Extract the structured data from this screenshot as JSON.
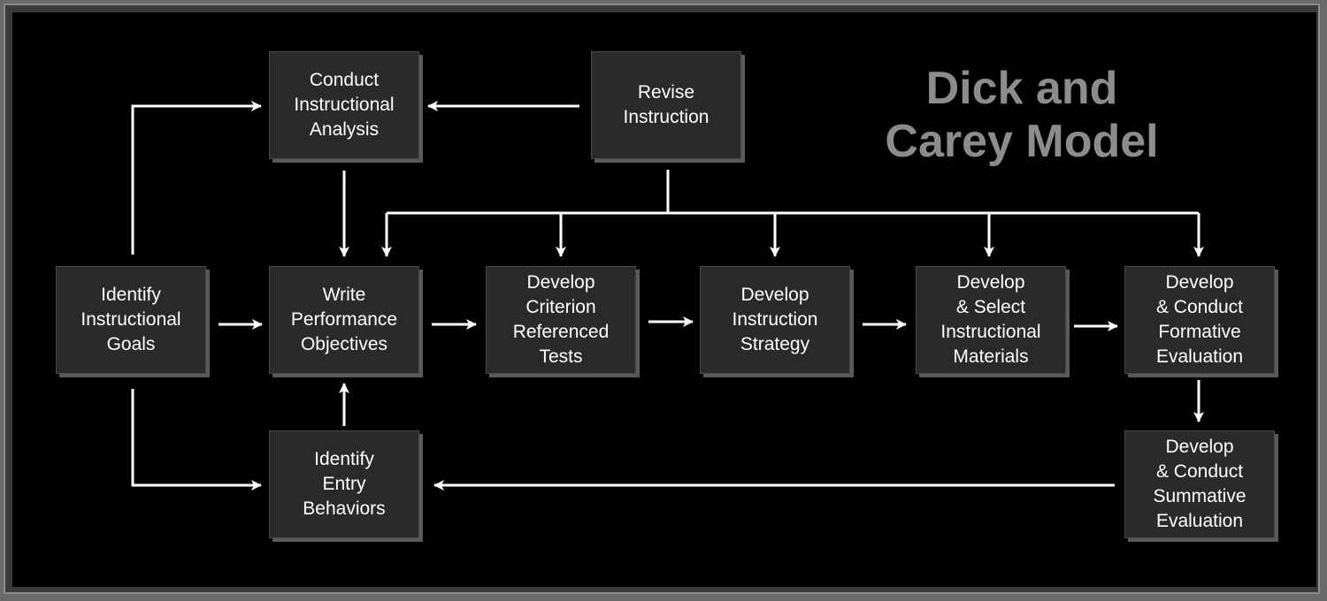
{
  "title": "Dick and\nCarey Model",
  "colors": {
    "background": "#000000",
    "box": "#2a2a2a",
    "text": "#ffffff",
    "title": "#8c8c8c",
    "arrow": "#ffffff"
  },
  "boxes": {
    "conduct_analysis": "Conduct\nInstructional\nAnalysis",
    "revise_instruction": "Revise\nInstruction",
    "identify_goals": "Identify\nInstructional\nGoals",
    "write_objectives": "Write\nPerformance\nObjectives",
    "criterion_tests": "Develop\nCriterion\nReferenced\nTests",
    "instruction_strategy": "Develop\nInstruction\nStrategy",
    "instructional_materials": "Develop\n& Select\nInstructional\nMaterials",
    "formative_evaluation": "Develop\n& Conduct\nFormative\nEvaluation",
    "entry_behaviors": "Identify\nEntry\nBehaviors",
    "summative_evaluation": "Develop\n& Conduct\nSummative\nEvaluation"
  }
}
